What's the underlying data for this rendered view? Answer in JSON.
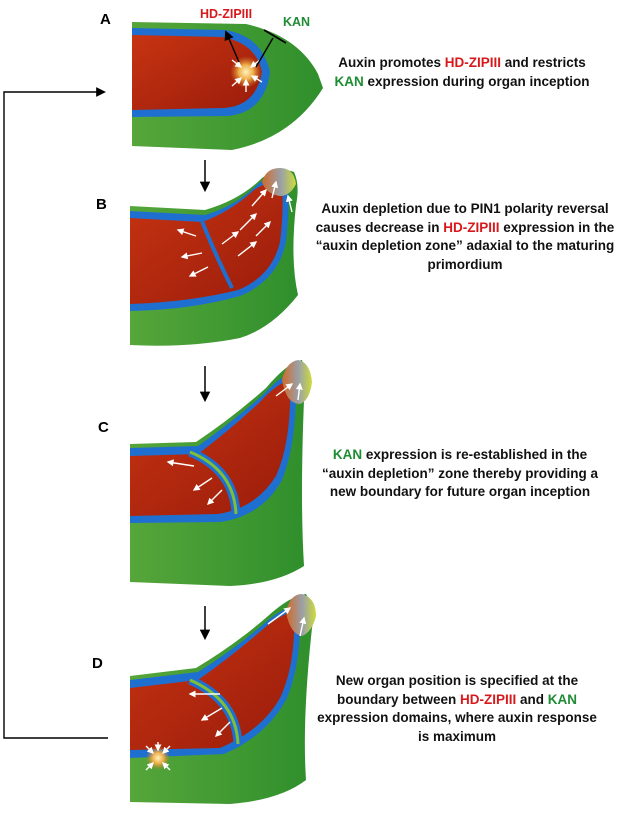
{
  "panels": {
    "a": {
      "letter": "A"
    },
    "b": {
      "letter": "B"
    },
    "c": {
      "letter": "C"
    },
    "d": {
      "letter": "D"
    }
  },
  "labels": {
    "hd_zipiii": "HD-ZIPIII",
    "kan": "KAN"
  },
  "captions": {
    "a": {
      "t1": "Auxin promotes ",
      "hd": "HD-ZIPIII",
      "t2": " and restricts",
      "kan": "KAN",
      "t3": " expression during organ inception"
    },
    "b": {
      "t1": "Auxin depletion due to PIN1 polarity reversal causes decrease in ",
      "hd": "HD-ZIPIII",
      "t2": " expression in the “auxin depletion zone” adaxial to the maturing primordium"
    },
    "c": {
      "kan": "KAN",
      "t1": " expression is re-established in the “auxin depletion” zone thereby providing a new boundary for future organ inception"
    },
    "d": {
      "t1": "New organ position is specified at the boundary between ",
      "hd": "HD-ZIPIII",
      "t2": " and ",
      "kan": "KAN",
      "t3": " expression domains, where auxin response is maximum"
    }
  },
  "colors": {
    "hd_zipiii": "#c0280e",
    "kan": "#3e9a34",
    "boundary": "#1f6fd1",
    "auxin": "#e9a23b"
  }
}
